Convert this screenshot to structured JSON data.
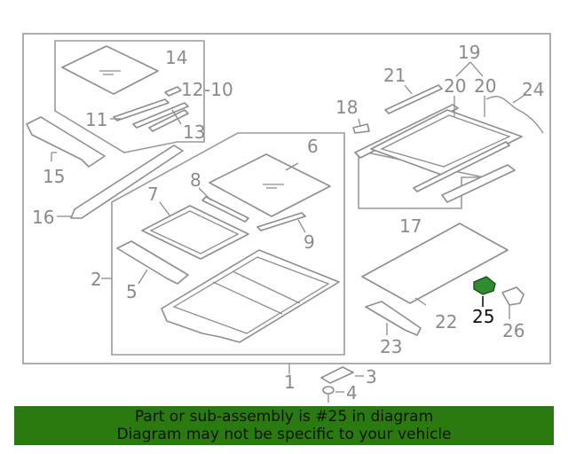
{
  "callouts": {
    "c1": "1",
    "c2": "2",
    "c3": "3",
    "c4": "4",
    "c5": "5",
    "c6": "6",
    "c7": "7",
    "c8": "8",
    "c9": "9",
    "c10": "-10",
    "c11": "11",
    "c12": "12",
    "c13": "13",
    "c14": "14",
    "c15": "15",
    "c16": "16",
    "c17": "17",
    "c18": "18",
    "c19": "19",
    "c20a": "20",
    "c20b": "20",
    "c21": "21",
    "c22": "22",
    "c23": "23",
    "c24": "24",
    "c25": "25",
    "c26": "26"
  },
  "highlight": {
    "part": "25",
    "color": "#2e8b2e"
  },
  "banner": {
    "line1": "Part or sub-assembly is #25 in diagram",
    "line2": "Diagram may not be specific to your vehicle",
    "background": "#2b7a10"
  }
}
